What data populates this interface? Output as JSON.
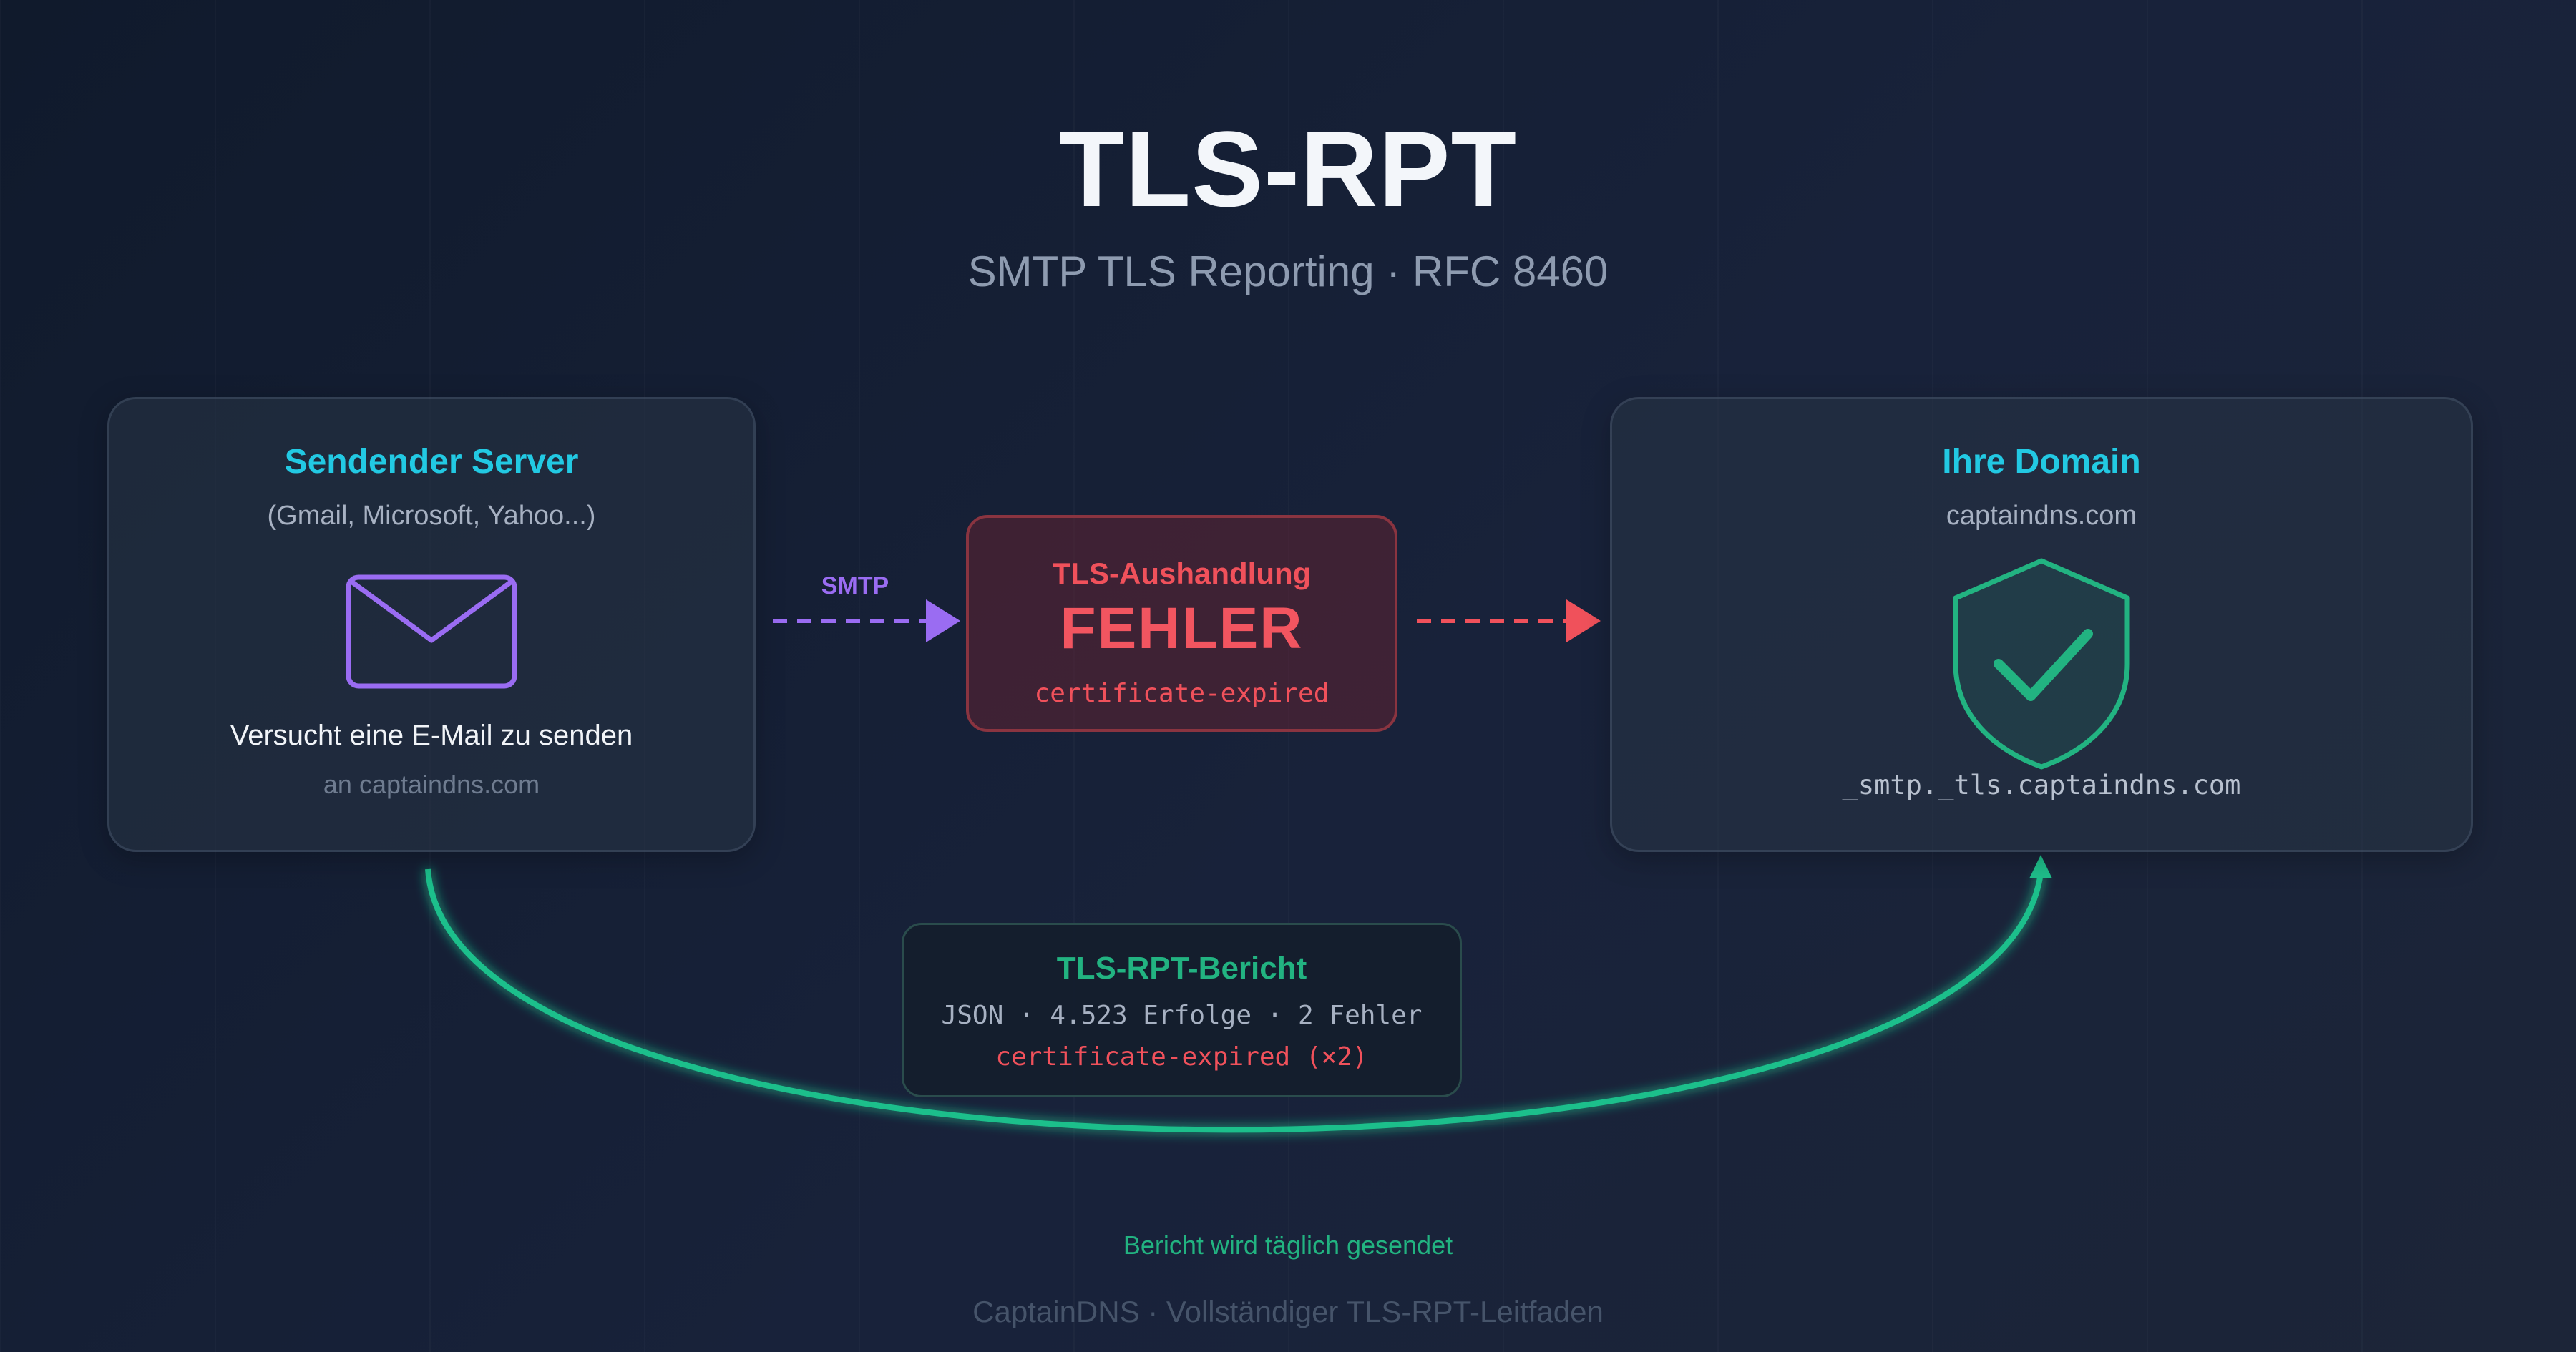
{
  "header": {
    "title": "TLS-RPT",
    "subtitle": "SMTP TLS Reporting · RFC 8460"
  },
  "sender": {
    "title": "Sendender Server",
    "providers": "(Gmail, Microsoft, Yahoo...)",
    "icon": "envelope-icon",
    "action": "Versucht eine E-Mail zu senden",
    "target": "an captaindns.com"
  },
  "flow": {
    "smtp_label": "SMTP"
  },
  "negotiation": {
    "title": "TLS-Aushandlung",
    "status": "FEHLER",
    "error_code": "certificate-expired"
  },
  "domain": {
    "title": "Ihre Domain",
    "name": "captaindns.com",
    "icon": "shield-check-icon",
    "record": "_smtp._tls.captaindns.com"
  },
  "report": {
    "title": "TLS-RPT-Bericht",
    "stats": "JSON · 4.523 Erfolge · 2 Fehler",
    "error": "certificate-expired (×2)"
  },
  "notes": {
    "daily": "Bericht wird täglich gesendet",
    "footer": "CaptainDNS · Vollständiger TLS-RPT-Leitfaden"
  },
  "colors": {
    "accent_cyan": "#22c9e3",
    "smtp_purple": "#9a6cf2",
    "error_red": "#f0515b",
    "report_green": "#22b381"
  }
}
